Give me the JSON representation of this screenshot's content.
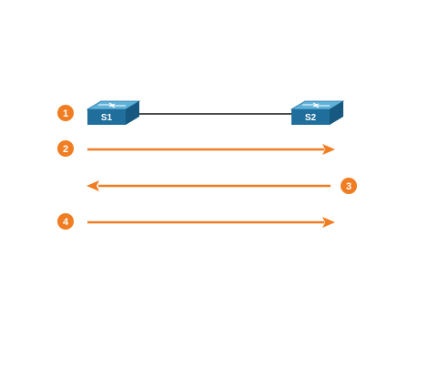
{
  "colors": {
    "accent": "#f07d22",
    "badge": "#f07d22",
    "switch_top": "#5fb1d8",
    "switch_front": "#1f6e9c",
    "switch_side": "#16587f",
    "link": "#111111"
  },
  "switches": [
    {
      "label": "S1",
      "icon": "switch-icon"
    },
    {
      "label": "S2",
      "icon": "switch-icon"
    }
  ],
  "steps": [
    {
      "number": "1",
      "direction": "none"
    },
    {
      "number": "2",
      "direction": "right"
    },
    {
      "number": "3",
      "direction": "left"
    },
    {
      "number": "4",
      "direction": "right"
    }
  ]
}
